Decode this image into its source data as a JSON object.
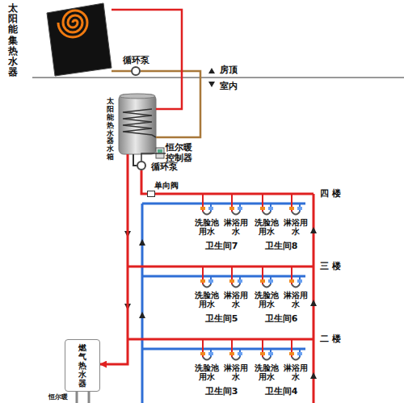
{
  "diagram": {
    "nodes": [
      {
        "text": [
          "太阳能集热水器"
        ]
      },
      {
        "text": [
          "循环泵"
        ]
      },
      {
        "text": [
          "太阳能热水器水箱"
        ]
      },
      {
        "text": [
          "恒尔暖控制器"
        ]
      },
      {
        "text": [
          "循环泵"
        ]
      },
      {
        "text": [
          "单向阀"
        ]
      },
      {
        "text": [
          "卫生间7"
        ]
      },
      {
        "text": [
          "洗脸池用水"
        ],
        "in": 6
      },
      {
        "text": [
          "淋浴用水"
        ],
        "in": 6
      },
      {
        "text": [
          "卫生间8"
        ]
      },
      {
        "text": [
          "洗脸池用水"
        ],
        "in": 9
      },
      {
        "text": [
          "淋浴用水"
        ],
        "in": 9
      },
      {
        "text": [
          "卫生间5"
        ]
      },
      {
        "text": [
          "洗脸池用水"
        ],
        "in": 12
      },
      {
        "text": [
          "淋浴用水"
        ],
        "in": 12
      },
      {
        "text": [
          "卫生间6"
        ]
      },
      {
        "text": [
          "洗脸池用水"
        ],
        "in": 15
      },
      {
        "text": [
          "淋浴用水"
        ],
        "in": 15
      },
      {
        "text": [
          "卫生间3"
        ]
      },
      {
        "text": [
          "洗脸池用水"
        ],
        "in": 18
      },
      {
        "text": [
          "淋浴用水"
        ],
        "in": 18
      },
      {
        "text": [
          "卫生间4"
        ]
      },
      {
        "text": [
          "洗脸池用水"
        ],
        "in": 21
      },
      {
        "text": [
          "淋浴用水"
        ],
        "in": 21
      },
      {
        "text": [
          "燃气热水器"
        ]
      }
    ],
    "edges": [
      {
        "from": 0,
        "to": 1,
        "arrow": "none"
      },
      {
        "from": 1,
        "to": 2,
        "arrow": "none"
      },
      {
        "from": 2,
        "to": 0,
        "arrow": "none"
      },
      {
        "from": 2,
        "to": 4,
        "arrow": "none"
      },
      {
        "from": 3,
        "to": 4,
        "arrow": "none"
      },
      {
        "from": 4,
        "to": 5,
        "arrow": "none"
      },
      {
        "from": 2,
        "to": 24,
        "arrow": "to"
      }
    ],
    "labels": [
      "房顶",
      "室内",
      "四 楼",
      "三 楼",
      "二 楼",
      "恒尔暖"
    ]
  }
}
